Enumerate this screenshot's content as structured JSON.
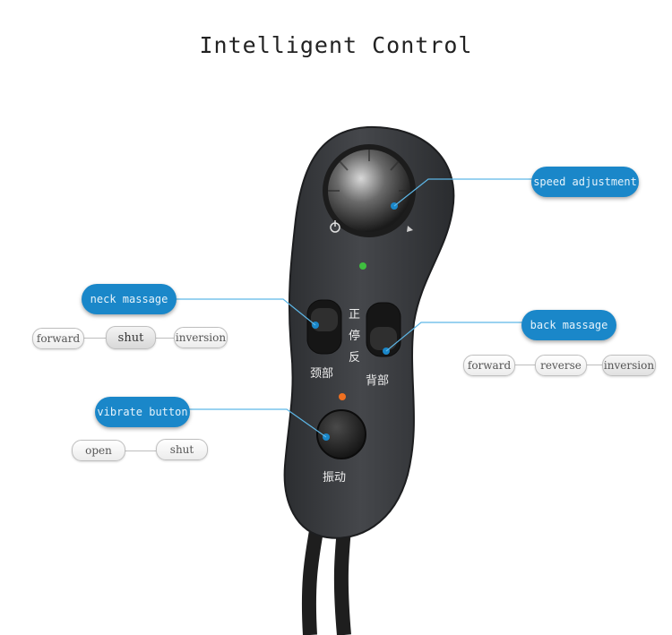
{
  "title": "Intelligent Control",
  "callouts": {
    "speed": "speed adjustment",
    "neck": "neck massage",
    "back": "back massage",
    "vibrate": "vibrate button"
  },
  "neck_options": [
    "forward",
    "shut",
    "inversion"
  ],
  "back_options": [
    "forward",
    "reverse",
    "inversion"
  ],
  "vibrate_options": [
    "open",
    "shut"
  ],
  "remote_labels": {
    "neck": "颈部",
    "back": "背部",
    "forward_char": "正",
    "stop_char": "停",
    "reverse_char": "反",
    "vibrate": "振动"
  },
  "colors": {
    "callout": "#1a87c9",
    "remote_body": "#3a3c3f",
    "indicator_green": "#3fbf3f",
    "indicator_orange": "#f07020"
  }
}
